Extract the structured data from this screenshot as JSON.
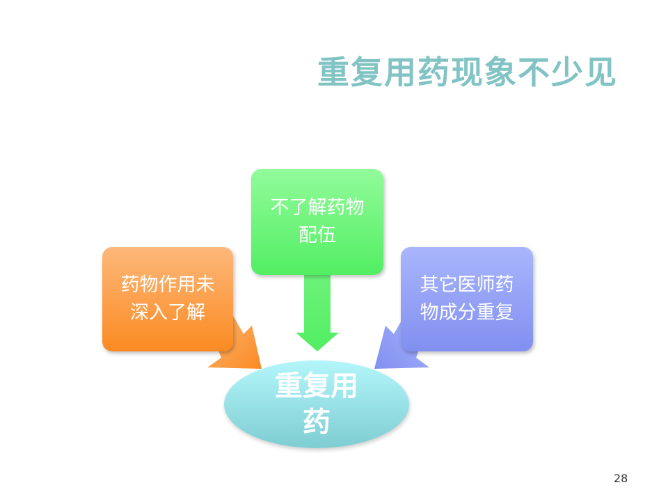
{
  "title": "重复用药现象不少见",
  "boxes": [
    {
      "text": "药物作用未深入了解",
      "color": "#fb8a22"
    },
    {
      "text": "不了解药物配伍",
      "color": "#52ee63"
    },
    {
      "text": "其它医师药物成分重复",
      "color": "#818ff0"
    }
  ],
  "center": {
    "text": "重复用药",
    "color": "#7ecdd2"
  },
  "page_number": "28"
}
